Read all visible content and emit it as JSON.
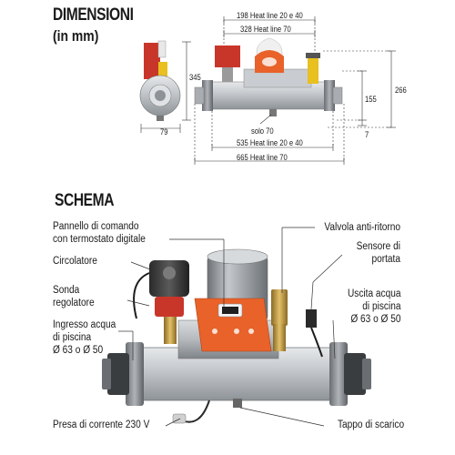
{
  "titles": {
    "dimensions": "DIMENSIONI",
    "dimensions_unit": "(in mm)",
    "schema": "SCHEMA"
  },
  "dimensions": {
    "width_198": "198 Heat line 20 e 40",
    "width_328": "328 Heat line 70",
    "height_345": "345",
    "height_266": "266",
    "height_155": "155",
    "depth_79": "79",
    "solo_70": "solo 70",
    "offset_7": "7",
    "length_535": "535 Heat line 20 e 40",
    "length_665": "665 Heat line 70"
  },
  "labels": {
    "control_panel": [
      "Pannello di comando",
      "con termostato digitale"
    ],
    "circulator": "Circolatore",
    "probe": [
      "Sonda",
      "regolatore"
    ],
    "inlet": [
      "Ingresso acqua",
      "di piscina",
      "Ø 63 o Ø 50"
    ],
    "power": "Presa di corrente 230 V",
    "check_valve": "Valvola anti-ritorno",
    "flow_sensor": [
      "Sensore di",
      "portata"
    ],
    "outlet": [
      "Uscita acqua",
      "di piscina",
      "Ø 63 o Ø 50"
    ],
    "drain": "Tappo di scarico"
  },
  "colors": {
    "body_grey": "#b8bcc0",
    "pump_red": "#c8362a",
    "panel_orange": "#e8622a",
    "brass": "#c9a24a",
    "yellow_valve": "#e8c020",
    "leader_line": "#333333"
  }
}
